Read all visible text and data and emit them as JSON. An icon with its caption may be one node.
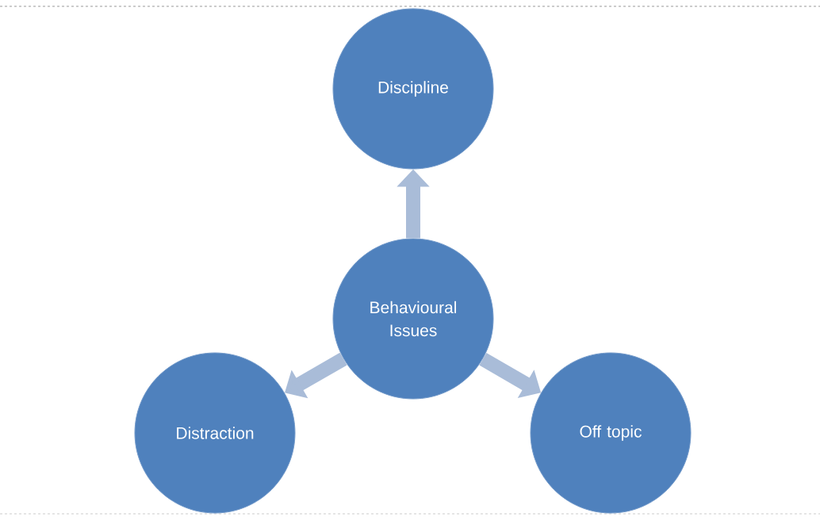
{
  "diagram": {
    "nodes": [
      {
        "text": [
          "Discipline"
        ]
      },
      {
        "text": [
          "Behavioural Issues"
        ]
      },
      {
        "text": [
          "Distraction"
        ]
      },
      {
        "text": [
          "Off topic"
        ]
      }
    ],
    "edges": [
      {
        "from": 1,
        "to": 0,
        "arrow": "to"
      },
      {
        "from": 1,
        "to": 2,
        "arrow": "to"
      },
      {
        "from": 1,
        "to": 3,
        "arrow": "to"
      }
    ]
  }
}
